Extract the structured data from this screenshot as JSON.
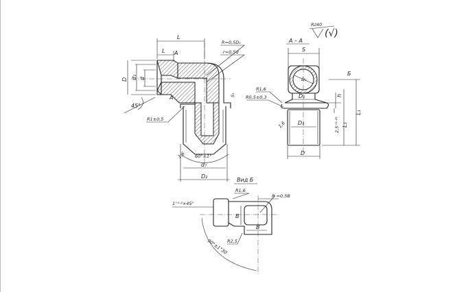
{
  "roughness": {
    "symbol": "Rz40",
    "bracket": "(√)"
  },
  "main_view": {
    "L_total": "L",
    "L_short": "L",
    "section_mark_top": "A",
    "section_mark_bottom": "A",
    "R_outer": "R=0,5D₁",
    "r_inner": "r=0,5d",
    "D": "D",
    "d1": "d₁",
    "d": "d",
    "angle45": "45°",
    "R1": "R1±0,5",
    "s1": "S₁",
    "chamfer": "1,6",
    "angle60": "60°±1°",
    "dT": "d₇",
    "D2": "D₂"
  },
  "section_AA": {
    "title": "A – A",
    "S": "S",
    "view_arrow": "Б",
    "D1_circle": "D₁",
    "D1": "D₁",
    "h": "h",
    "R16": "R1,6",
    "R05": "R0,5±0,3",
    "D3": "D₃",
    "L1_outer": "L₁",
    "L1_inner": "L₁",
    "groove": "2,5⁺⁰·²⁵",
    "D": "D",
    "chamfer": "1,6"
  },
  "view_B": {
    "title": "Вид Б",
    "R16": "R1,6",
    "chamfer": "1⁺⁰·²×45°",
    "R05B": "R =0,5B",
    "B_vert": "B",
    "B_horiz": "B",
    "R25": "R2,5",
    "angle90": "90°±1°30′"
  }
}
